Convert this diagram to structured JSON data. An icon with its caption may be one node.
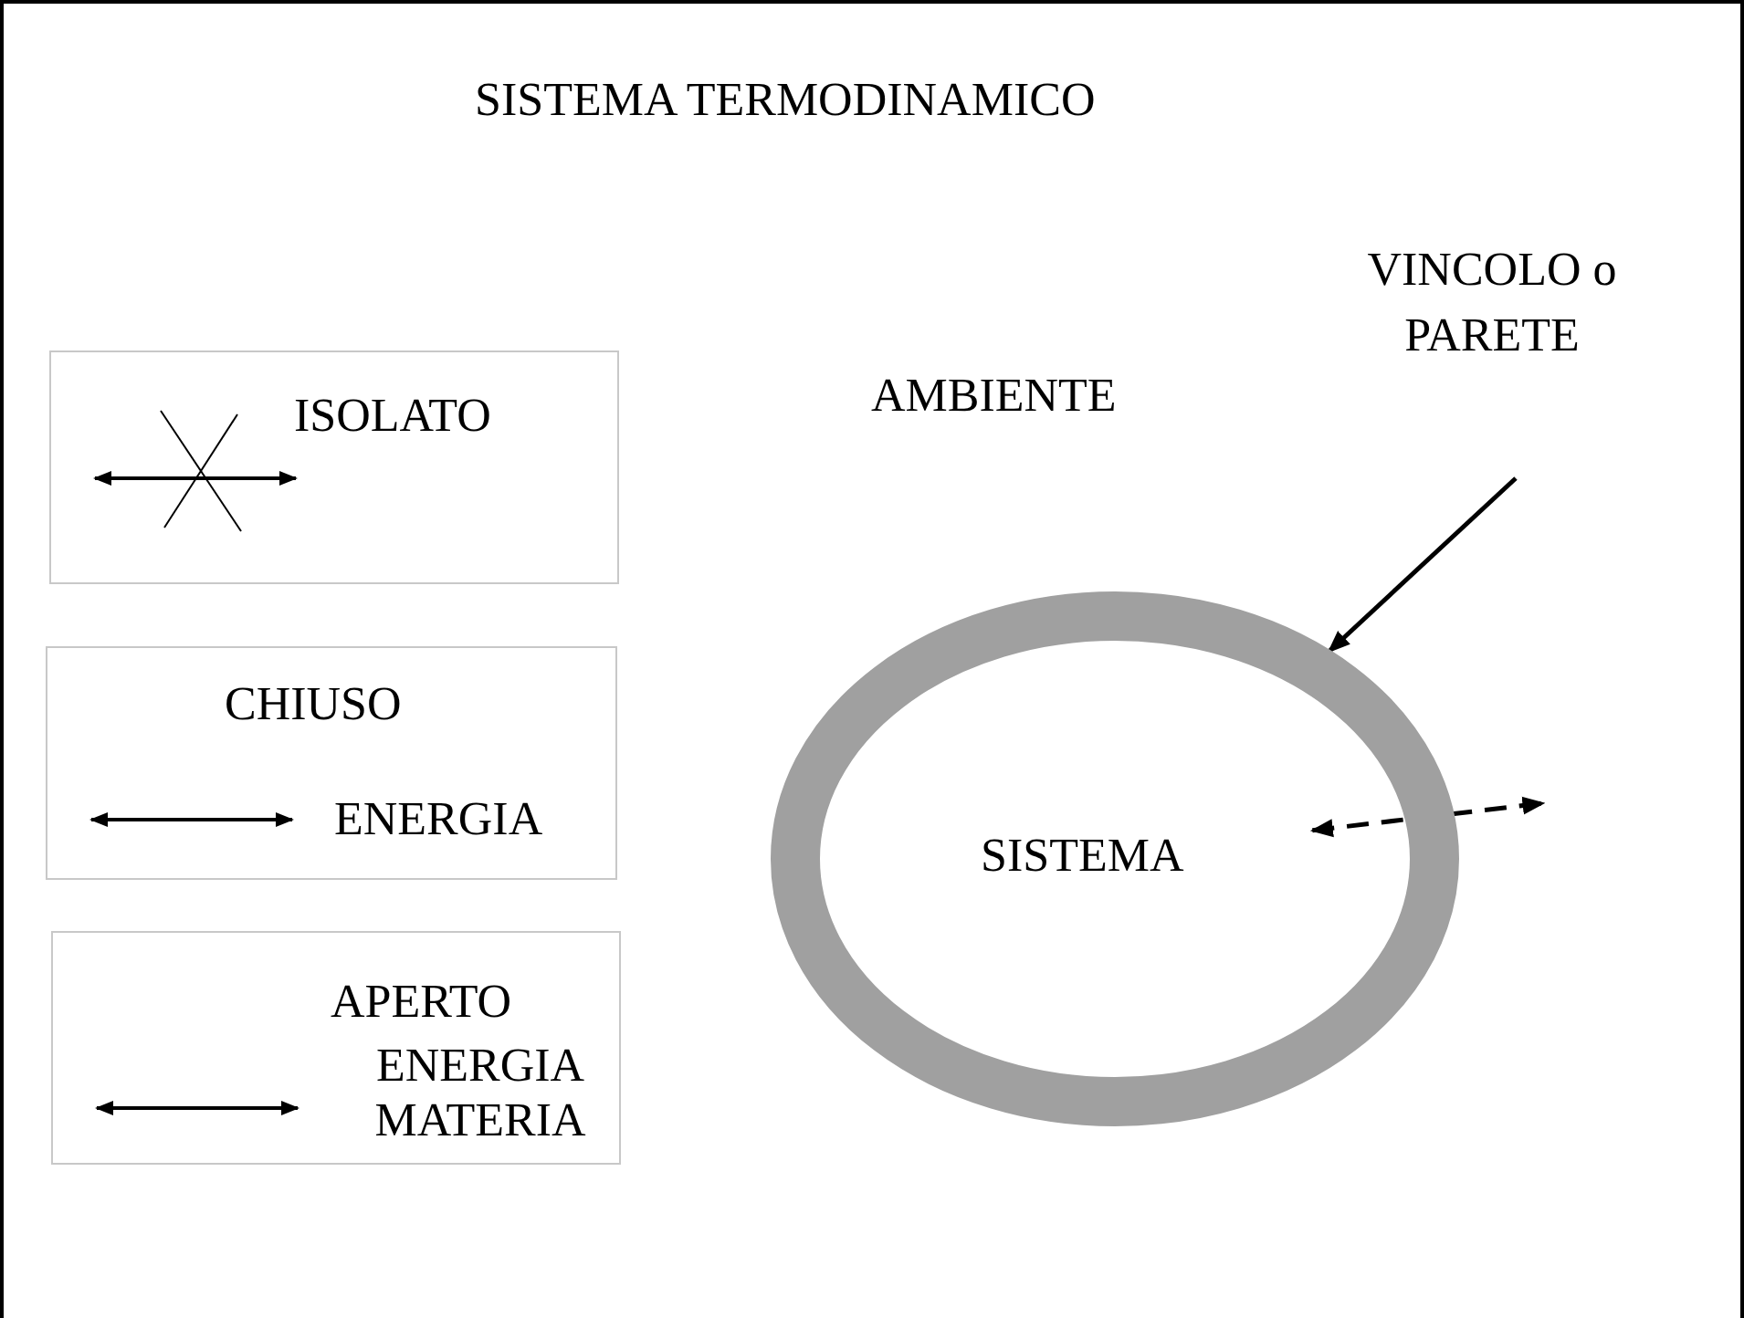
{
  "diagram": {
    "title": "SISTEMA TERMODINAMICO",
    "nodes": [
      {
        "text": [
          "ISOLATO"
        ]
      },
      {
        "text": [
          "CHIUSO",
          "ENERGIA"
        ]
      },
      {
        "text": [
          "APERTO",
          "ENERGIA MATERIA"
        ]
      },
      {
        "text": [
          "VINCOLO o PARETE"
        ]
      },
      {
        "text": [
          "SISTEMA"
        ]
      }
    ],
    "edges": [
      {
        "from": 3,
        "to": 4,
        "arrow": "to"
      },
      {
        "from": 4,
        "to": null,
        "arrow": "both",
        "style": "dashed"
      }
    ],
    "labels": [
      "AMBIENTE"
    ]
  }
}
